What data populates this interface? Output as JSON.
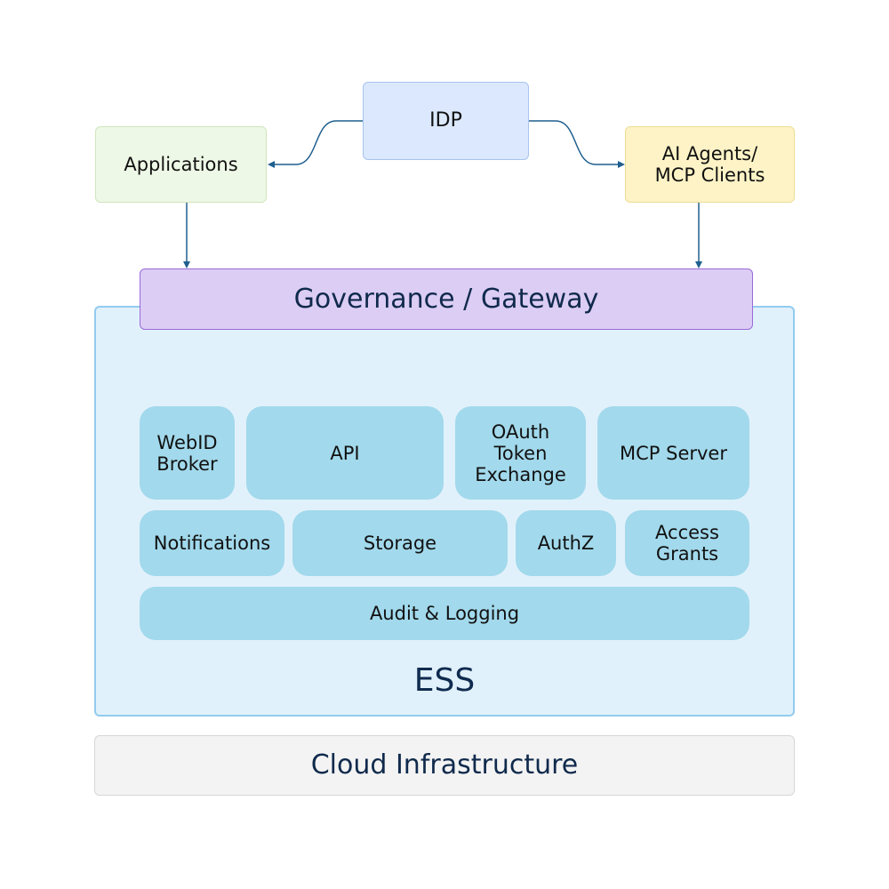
{
  "nodes": {
    "idp": "IDP",
    "applications": "Applications",
    "ai_agents": "AI Agents/\nMCP Clients",
    "gateway": "Governance / Gateway",
    "ess": "ESS",
    "cloud": "Cloud Infrastructure"
  },
  "components": {
    "webid_broker": "WebID\nBroker",
    "api": "API",
    "oauth": "OAuth\nToken\nExchange",
    "mcp_server": "MCP Server",
    "notifications": "Notifications",
    "storage": "Storage",
    "authz": "AuthZ",
    "access_grants": "Access\nGrants",
    "audit_logging": "Audit & Logging"
  },
  "colors": {
    "arrow": "#1f5f8f",
    "idp_fill": "#dbe8fd",
    "applications_fill": "#eef8e6",
    "agents_fill": "#fdf3c6",
    "gateway_fill": "#dccdf5",
    "ess_fill": "#e1f1fb",
    "tile_fill": "#a2d9ec",
    "cloud_fill": "#f3f3f3"
  },
  "edges": [
    {
      "from": "idp",
      "to": "applications"
    },
    {
      "from": "idp",
      "to": "ai_agents"
    },
    {
      "from": "applications",
      "to": "gateway"
    },
    {
      "from": "ai_agents",
      "to": "gateway"
    }
  ]
}
